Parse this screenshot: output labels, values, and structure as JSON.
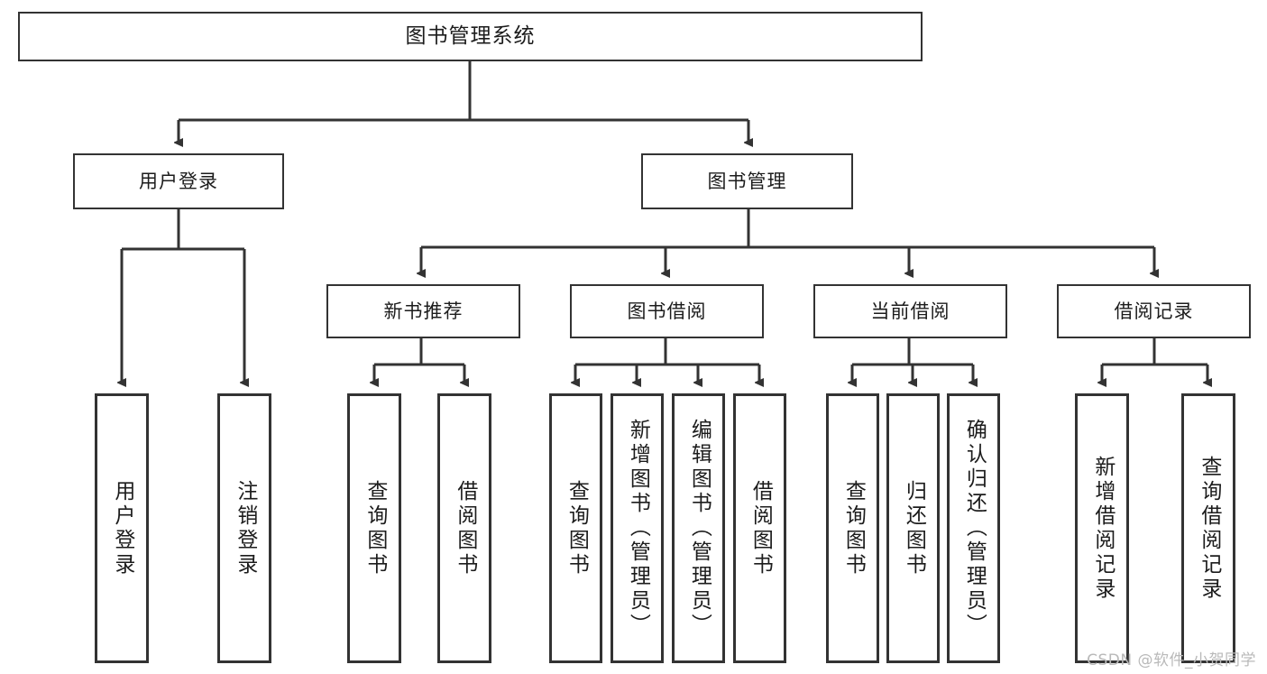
{
  "diagram": {
    "type": "tree-hierarchy-chart",
    "title": "图书管理系统",
    "stroke_color": "#333333",
    "background_color": "#ffffff",
    "nodes": {
      "root": {
        "id": "root",
        "label": "图书管理系统",
        "level": 0
      },
      "level1": [
        {
          "id": "user-login",
          "label": "用户登录"
        },
        {
          "id": "book-management",
          "label": "图书管理"
        }
      ],
      "level2": [
        {
          "id": "new-book-recommend",
          "label": "新书推荐"
        },
        {
          "id": "book-borrow",
          "label": "图书借阅"
        },
        {
          "id": "current-borrow",
          "label": "当前借阅"
        },
        {
          "id": "borrow-record",
          "label": "借阅记录"
        }
      ],
      "leaves": {
        "user_login": [
          {
            "id": "leaf-user-login",
            "label": "用户登录"
          },
          {
            "id": "leaf-logout-login",
            "label": "注销登录"
          }
        ],
        "new_book_recommend": [
          {
            "id": "leaf-query-book-1",
            "label": "查询图书"
          },
          {
            "id": "leaf-borrow-book-1",
            "label": "借阅图书"
          }
        ],
        "book_borrow": [
          {
            "id": "leaf-query-book-2",
            "label": "查询图书"
          },
          {
            "id": "leaf-add-book",
            "label": "新增图书（管理员）"
          },
          {
            "id": "leaf-edit-book",
            "label": "编辑图书（管理员）"
          },
          {
            "id": "leaf-borrow-book-2",
            "label": "借阅图书"
          }
        ],
        "current_borrow": [
          {
            "id": "leaf-query-book-3",
            "label": "查询图书"
          },
          {
            "id": "leaf-return-book",
            "label": "归还图书"
          },
          {
            "id": "leaf-confirm-return",
            "label": "确认归还（管理员）"
          }
        ],
        "borrow_record": [
          {
            "id": "leaf-add-borrow-record",
            "label": "新增借阅记录"
          },
          {
            "id": "leaf-query-borrow-record",
            "label": "查询借阅记录"
          }
        ]
      }
    }
  },
  "watermark": {
    "text": "CSDN @软件_小贺同学"
  }
}
